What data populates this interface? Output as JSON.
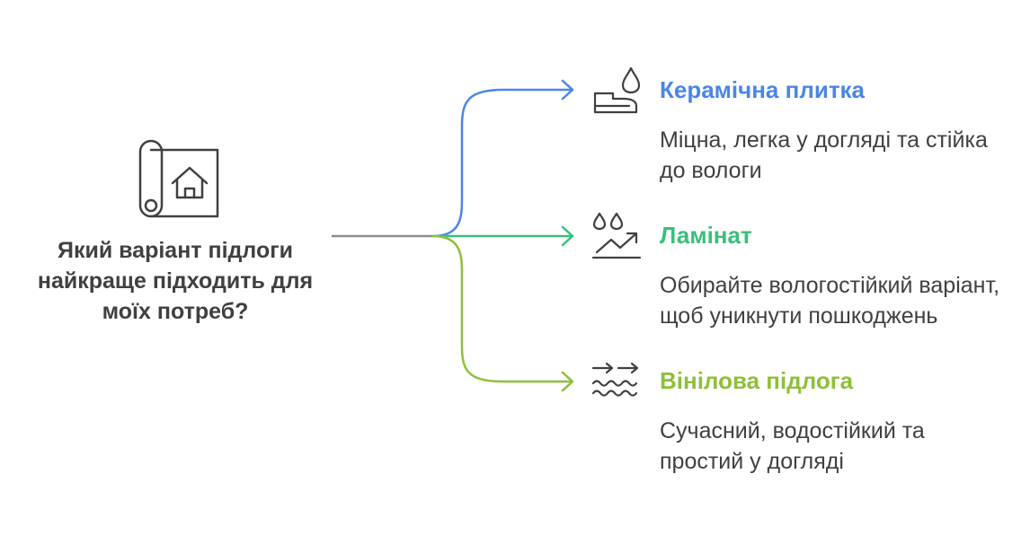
{
  "colors": {
    "ink": "#404040",
    "stem": "#8c8c8c",
    "ceramic": "#4a86e8",
    "laminate": "#3bbf7a",
    "vinyl": "#8fbf3a"
  },
  "question": "Який варіант підлоги найкраще підходить для моїх потреб?",
  "question_icon": "floor-plan-roll-house-icon",
  "options": [
    {
      "title": "Керамічна плитка",
      "description": "Міцна, легка у догляді та стійка до вологи",
      "icon": "drop-on-surface-icon",
      "color": "#4a86e8"
    },
    {
      "title": "Ламінат",
      "description": "Обирайте вологостійкий варіант, щоб уникнути пошкоджень",
      "icon": "drops-rising-arrow-icon",
      "color": "#3bbf7a"
    },
    {
      "title": "Вінілова підлога",
      "description": "Сучасний, водостійкий та простий у догляді",
      "icon": "arrows-over-waves-icon",
      "color": "#8fbf3a"
    }
  ]
}
